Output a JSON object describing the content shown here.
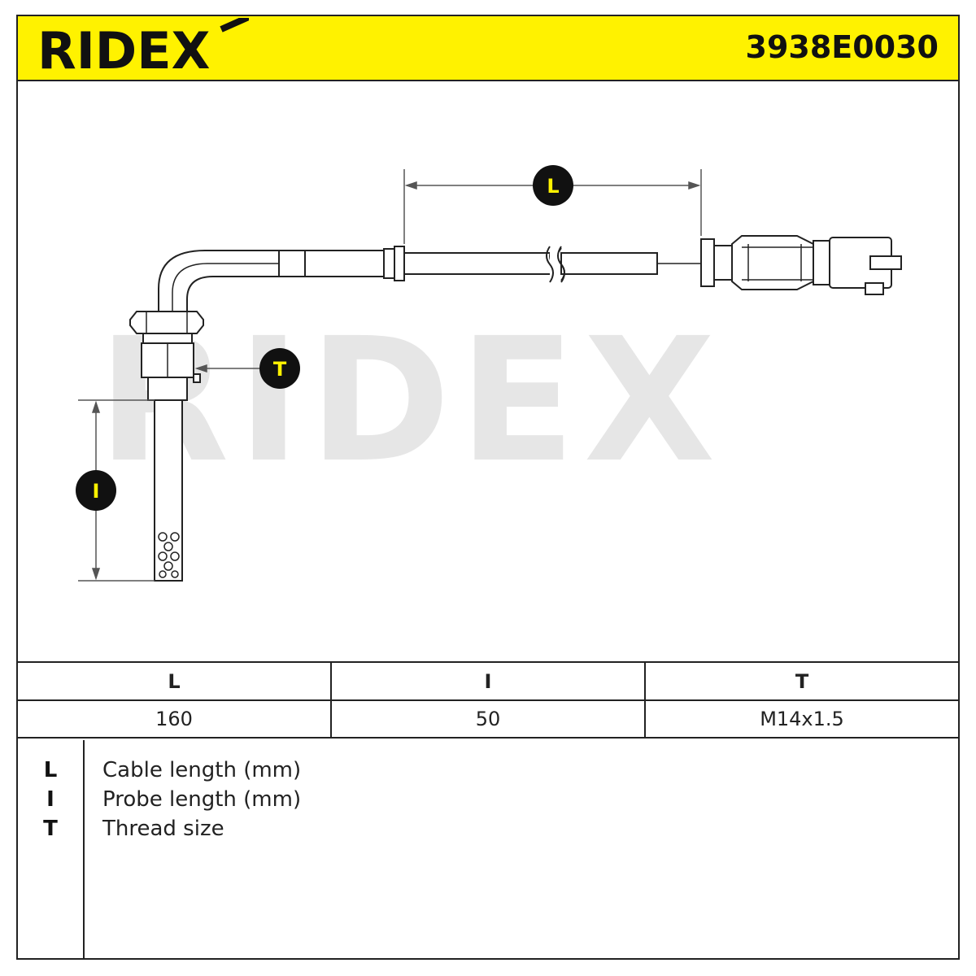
{
  "header": {
    "brand": "RIDEX",
    "part_number": "3938E0030",
    "accent_color": "#fff200"
  },
  "drawing": {
    "watermark": "RIDEX",
    "callouts": {
      "cable": "L",
      "probe": "I",
      "thread": "T"
    }
  },
  "spec_table": {
    "headers": [
      "L",
      "I",
      "T"
    ],
    "values": [
      "160",
      "50",
      "M14x1.5"
    ]
  },
  "legend": [
    {
      "key": "L",
      "desc": "Cable length (mm)"
    },
    {
      "key": "I",
      "desc": "Probe length (mm)"
    },
    {
      "key": "T",
      "desc": "Thread size"
    }
  ]
}
